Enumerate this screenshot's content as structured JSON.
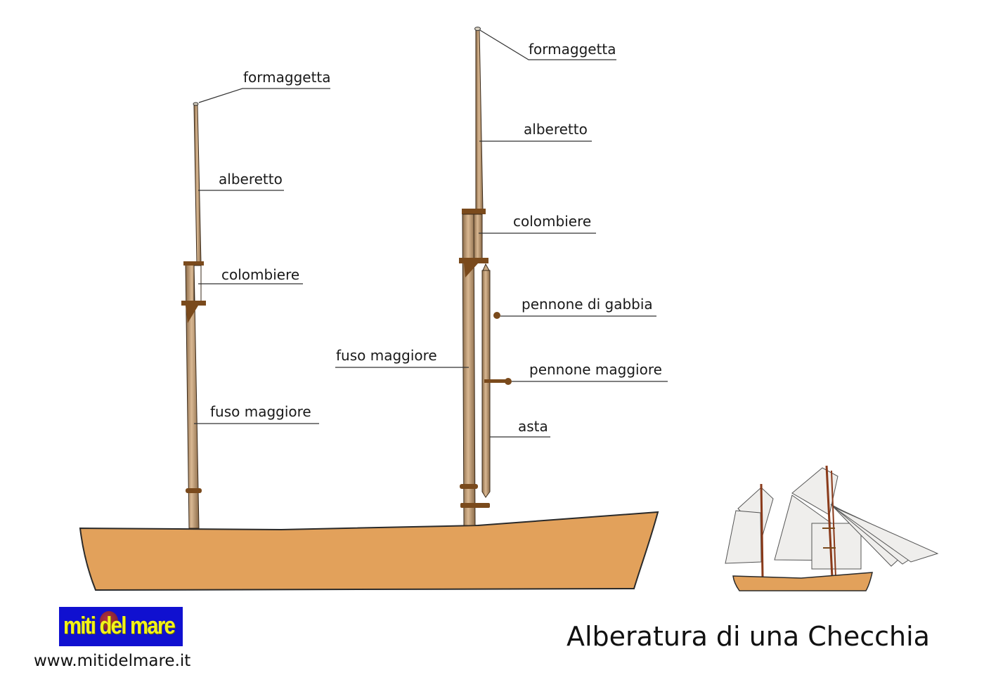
{
  "title": "Alberatura di una Checchia",
  "logo": {
    "text": "miti del mare"
  },
  "website": "www.mitidelmare.it",
  "colors": {
    "hull": "#e2a15b",
    "spar": "#b99067",
    "fitting": "#7a4a1c",
    "sail": "#efeeec"
  },
  "labels": {
    "left_formaggetta": "formaggetta",
    "left_alberetto": "alberetto",
    "left_colombiere": "colombiere",
    "left_fuso": "fuso maggiore",
    "right_formaggetta": "formaggetta",
    "right_alberetto": "alberetto",
    "right_colombiere": "colombiere",
    "right_fuso": "fuso maggiore",
    "pennone_gabbia": "pennone di gabbia",
    "pennone_maggiore": "pennone maggiore",
    "asta": "asta"
  }
}
